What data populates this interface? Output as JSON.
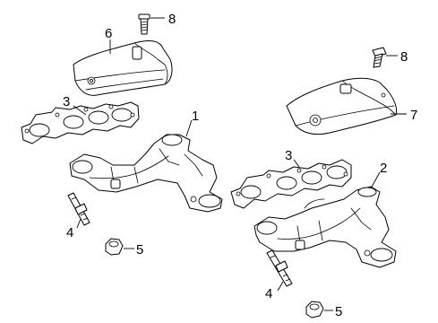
{
  "diagram": {
    "callouts": [
      {
        "id": "c1",
        "label": "1"
      },
      {
        "id": "c2",
        "label": "2"
      },
      {
        "id": "c3a",
        "label": "3"
      },
      {
        "id": "c3b",
        "label": "3"
      },
      {
        "id": "c4a",
        "label": "4"
      },
      {
        "id": "c4b",
        "label": "4"
      },
      {
        "id": "c5a",
        "label": "5"
      },
      {
        "id": "c5b",
        "label": "5"
      },
      {
        "id": "c6",
        "label": "6"
      },
      {
        "id": "c7",
        "label": "7"
      },
      {
        "id": "c8a",
        "label": "8"
      },
      {
        "id": "c8b",
        "label": "8"
      }
    ],
    "colors": {
      "line": "#000000",
      "background": "#ffffff"
    }
  }
}
